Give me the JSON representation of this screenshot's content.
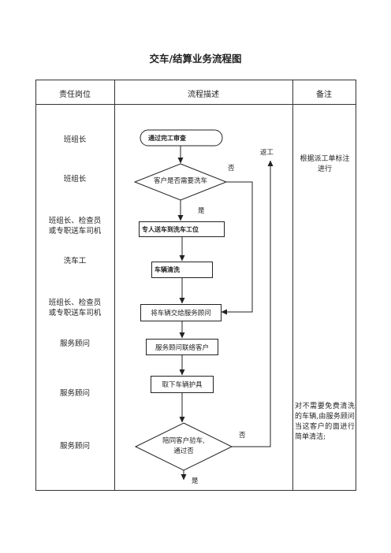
{
  "title": "交车/结算业务流程图",
  "header": {
    "role": "责任岗位",
    "flow": "流程描述",
    "note": "备注"
  },
  "roles": [
    "班组长",
    "班组长",
    "班组长、检查员\n或专职送车司机",
    "洗车工",
    "班组长、检查员\n或专职送车司机",
    "服务顾问",
    "服务顾问",
    "服务顾问"
  ],
  "flow": {
    "start": "通过完工审查",
    "decision1": "客户是否需要洗车",
    "step1": "专人送车到洗车工位",
    "step2": "车辆清洗",
    "step3": "将车辆交给服务顾问",
    "step4": "服务顾问联络客户",
    "step5": "取下车辆护具",
    "decision2": "陪同客户验车,\n通过否",
    "yes1": "是",
    "no1": "否",
    "rework": "返工",
    "no2": "否",
    "yes2": "是"
  },
  "notes": {
    "note1": "根据派工单标注\n进行",
    "note2": "对不需要免费清洗的车辆,由服务顾问当这客户的面进行简单清洁;"
  }
}
